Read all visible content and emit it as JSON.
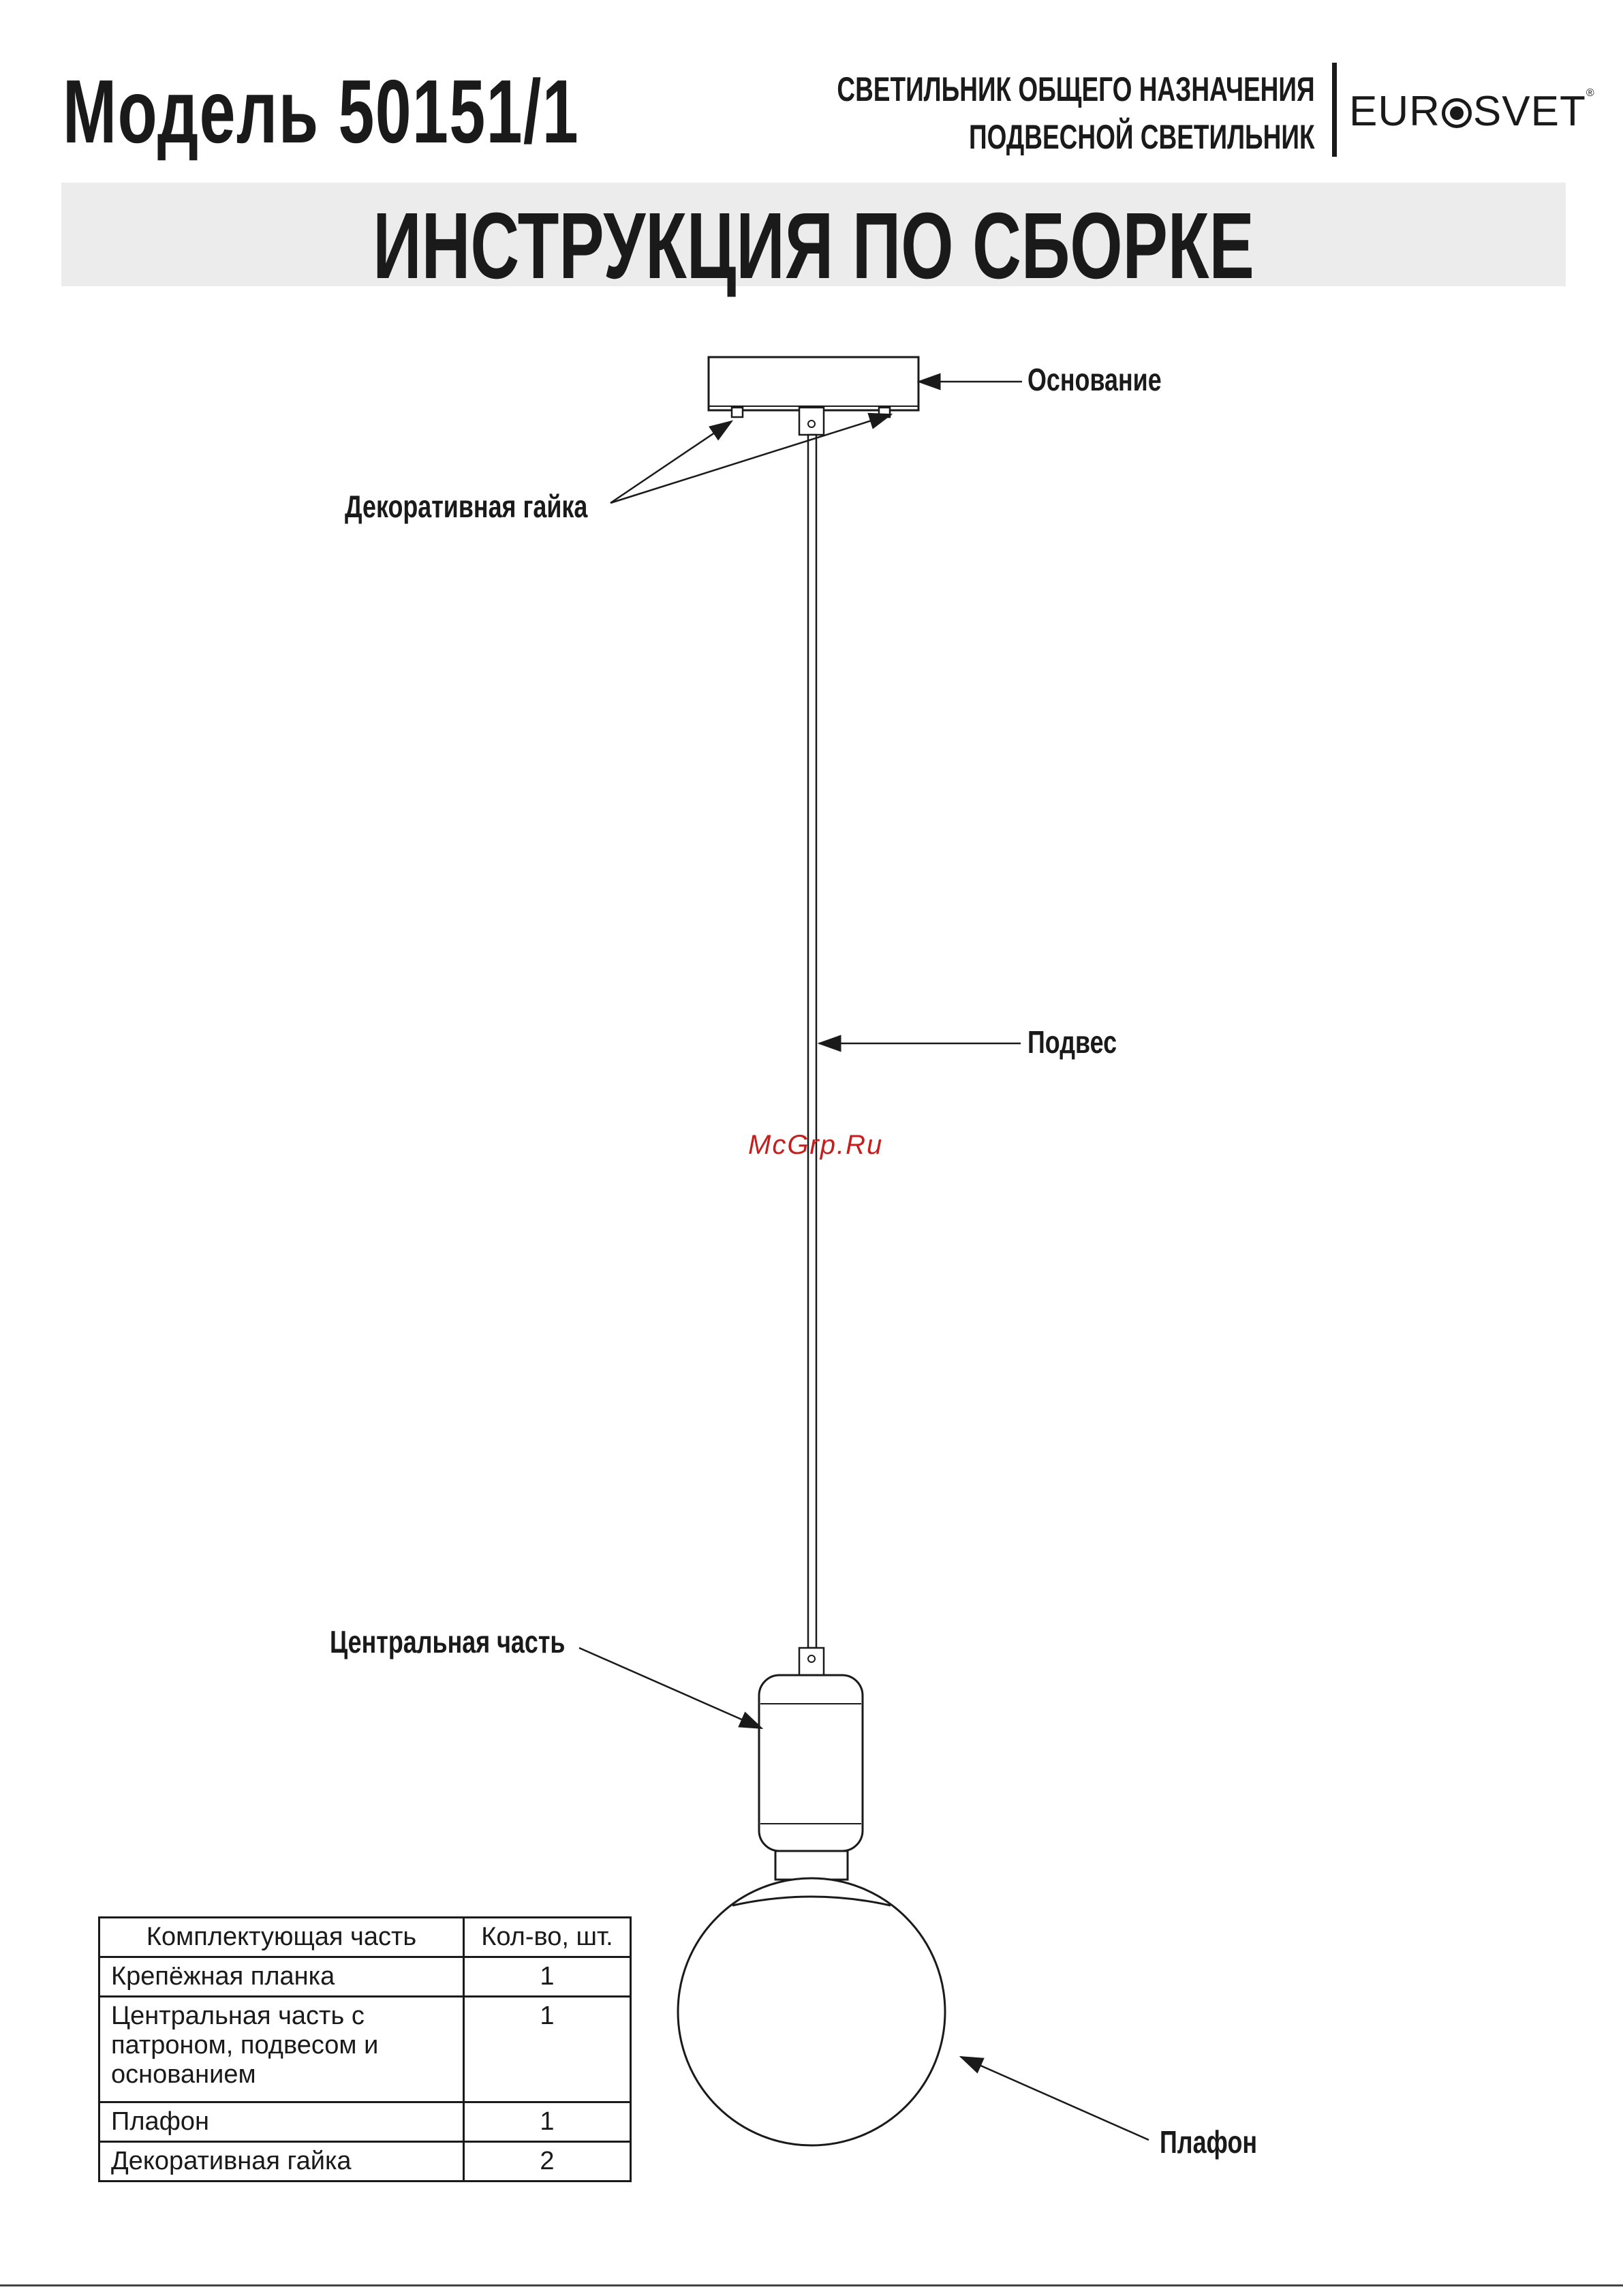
{
  "header": {
    "model": "Модель 50151/1",
    "sub_line1": "СВЕТИЛЬНИК ОБЩЕГО НАЗНАЧЕНИЯ",
    "sub_line2": "ПОДВЕСНОЙ СВЕТИЛЬНИК",
    "logo_left": "EUR",
    "logo_right": "SVET",
    "logo_mark": "®"
  },
  "banner": "ИНСТРУКЦИЯ ПО СБОРКЕ",
  "labels": {
    "base": "Основание",
    "nut": "Декоративная гайка",
    "suspension": "Подвес",
    "central": "Центральная часть",
    "shade": "Плафон"
  },
  "watermark": "McGrp.Ru",
  "parts_table": {
    "headers": [
      "Комплектующая часть",
      "Кол-во, шт."
    ],
    "rows": [
      {
        "name": "Крепёжная планка",
        "qty": "1"
      },
      {
        "name": "Центральная часть с патроном, подвесом и основанием",
        "qty": "1"
      },
      {
        "name": "Плафон",
        "qty": "1"
      },
      {
        "name": "Декоративная гайка",
        "qty": "2"
      }
    ]
  }
}
